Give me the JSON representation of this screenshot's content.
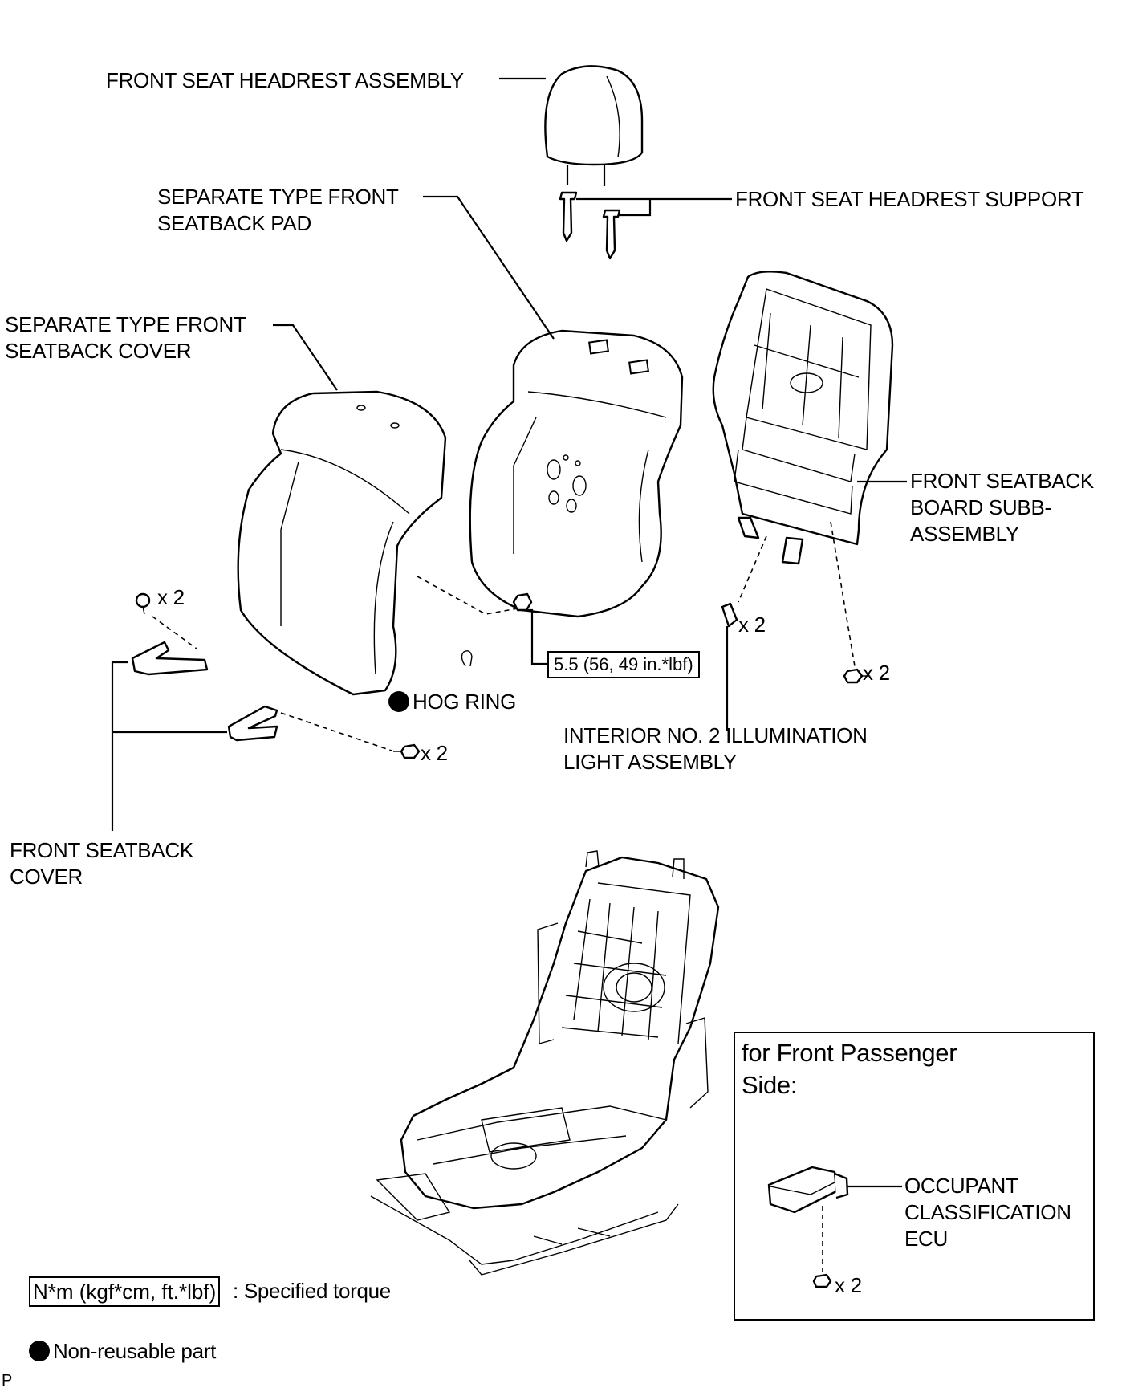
{
  "labels": {
    "headrest": "FRONT SEAT HEADREST ASSEMBLY",
    "headrest_support": "FRONT SEAT HEADREST SUPPORT",
    "seatback_pad": "SEPARATE TYPE FRONT\nSEATBACK PAD",
    "seatback_cover": "SEPARATE TYPE FRONT\nSEATBACK COVER",
    "board_sub": "FRONT SEATBACK\nBOARD SUBB-\nASSEMBLY",
    "illum_light": "INTERIOR NO. 2 ILLUMINATION\nLIGHT ASSEMBLY",
    "hog_ring": "HOG RING",
    "front_seatback_cover": "FRONT SEATBACK\nCOVER",
    "occupant_ecu": "OCCUPANT\nCLASSIFICATION\nECU"
  },
  "quantities": {
    "q_clip_top": "x 2",
    "q_clip_lower": "x 2",
    "q_illum": "x 2",
    "q_board_screw": "x 2",
    "q_ecu": "x 2"
  },
  "torque": "5.5 (56, 49 in.*lbf)",
  "inset": {
    "title": "for Front Passenger\nSide:"
  },
  "legend": {
    "torque_unit": "N*m (kgf*cm, ft.*lbf)",
    "torque_desc": ": Specified torque",
    "non_reusable": "Non-reusable part"
  },
  "corner_mark": "P"
}
